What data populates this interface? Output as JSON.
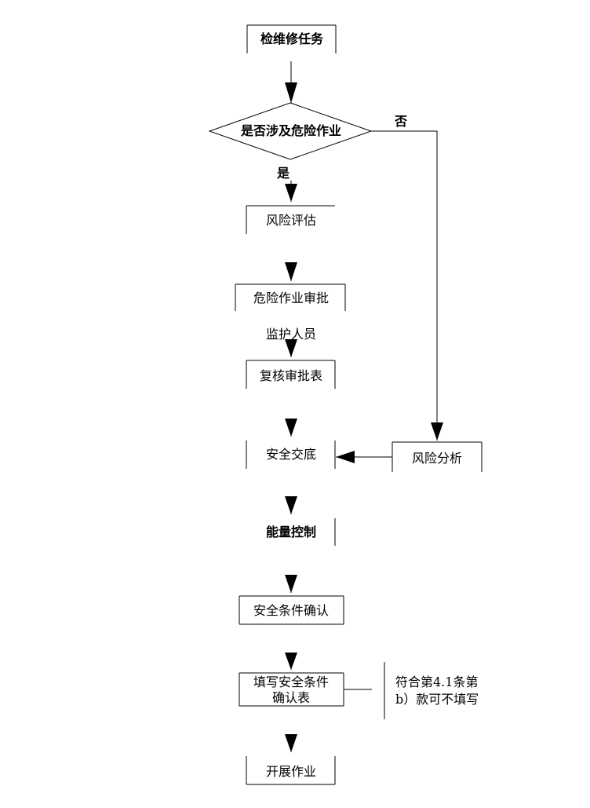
{
  "nodes": {
    "start": "检维修任务",
    "decision": "是否涉及危险作业",
    "risk_assessment": "风险评估",
    "approval": "危险作业审批",
    "review_table": "复核审批表",
    "safety_briefing": "安全交底",
    "risk_analysis": "风险分析",
    "energy_control": "能量控制",
    "safety_confirm": "安全条件确认",
    "fill_form_line1": "填写安全条件",
    "fill_form_line2": "确认表",
    "start_work": "开展作业"
  },
  "edges": {
    "yes": "是",
    "no": "否",
    "guardian": "监护人员"
  },
  "annotation": {
    "line1": "符合第4.1条第",
    "line2": "b）款可不填写"
  },
  "colors": {
    "stroke": "#000000",
    "background": "#ffffff"
  }
}
